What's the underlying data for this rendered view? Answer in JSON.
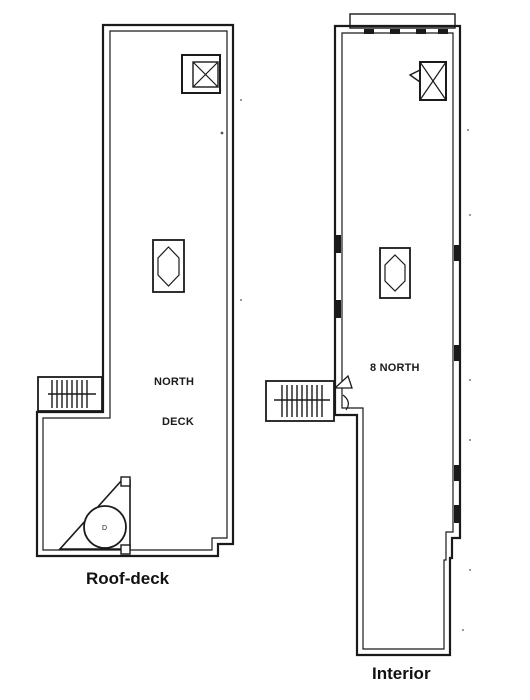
{
  "roof_deck": {
    "caption": "Roof-deck",
    "label_line1": "NORTH",
    "label_line2": "DECK",
    "tank_label": "D"
  },
  "interior": {
    "caption": "Interior",
    "label": "8 NORTH"
  },
  "colors": {
    "ink": "#1a1a1a",
    "paper": "#ffffff"
  }
}
